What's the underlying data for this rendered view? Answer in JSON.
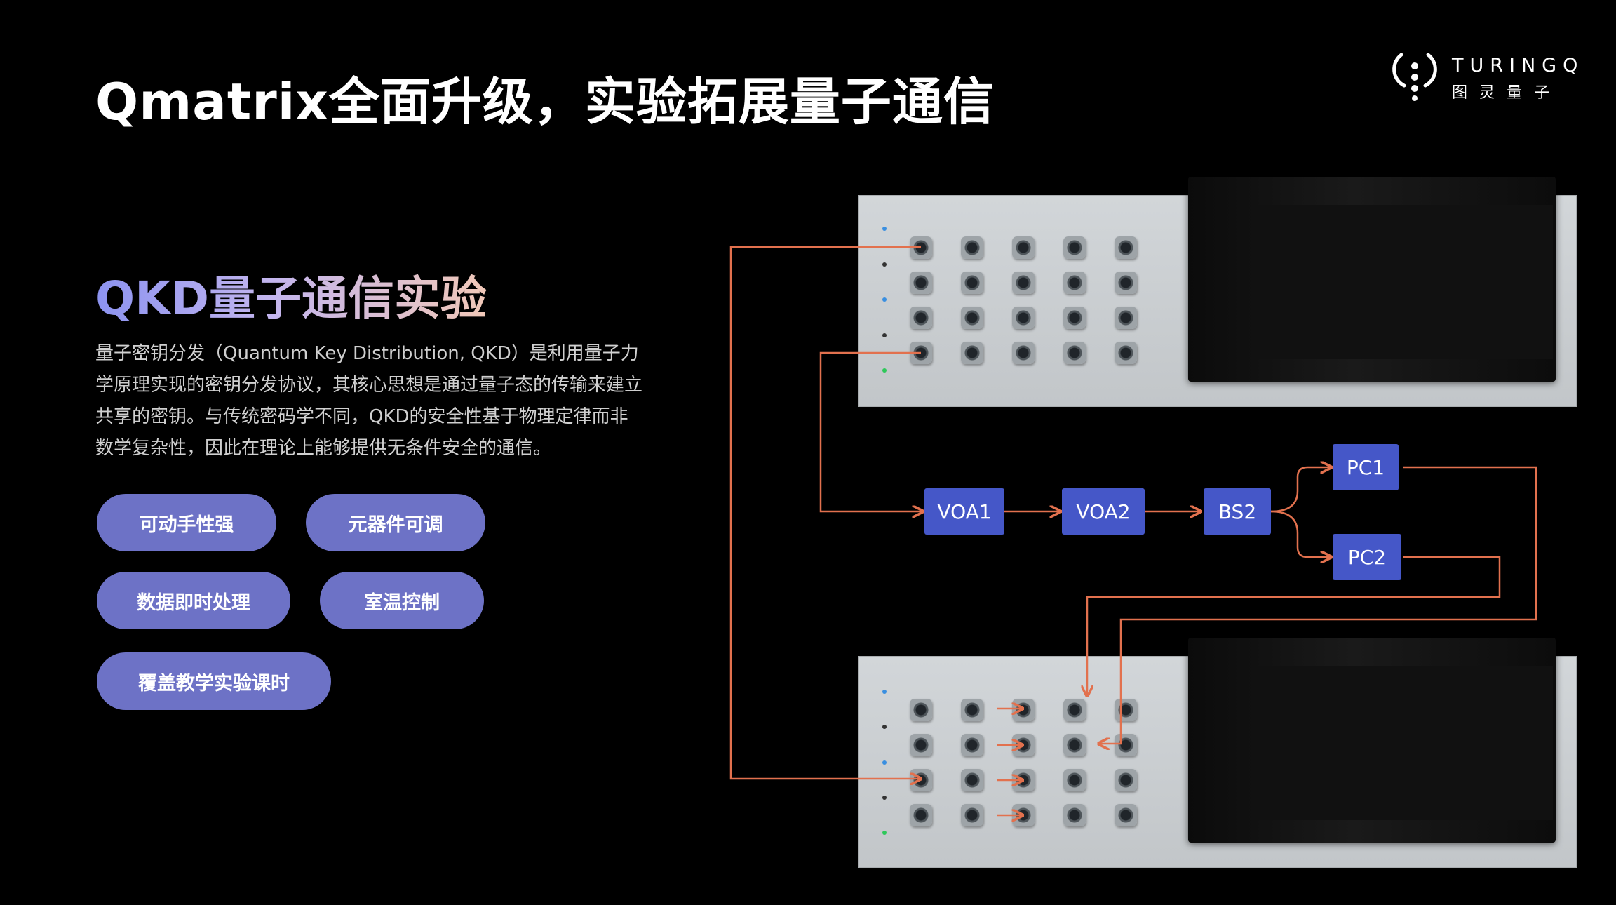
{
  "slide": {
    "title": "Qmatrix全面升级，实验拓展量子通信",
    "subtitle": "QKD量子通信实验",
    "description": "量子密钥分发（Quantum Key Distribution, QKD）是利用量子力学原理实现的密钥分发协议，其核心思想是通过量子态的传输来建立共享的密钥。与传统密码学不同，QKD的安全性基于物理定律而非数学复杂性，因此在理论上能够提供无条件安全的通信。"
  },
  "logo": {
    "wordmark": "TURINGQ",
    "chinese": "图灵量子",
    "icon": "turingq-logo-icon"
  },
  "features": [
    "可动手性强",
    "元器件可调",
    "数据即时处理",
    "室温控制",
    "覆盖教学实验课时"
  ],
  "diagram": {
    "components": [
      "VOA1",
      "VOA2",
      "BS2",
      "PC1",
      "PC2"
    ],
    "device_icon": "optical-switch-device",
    "knob_icon": "port-knob-icon",
    "line_color": "#e2714e",
    "box_color": "#4557c8"
  },
  "colors": {
    "background": "#000000",
    "pill": "#6d72c6",
    "device_panel": "#c8ccce",
    "led_blue": "#3a8fe0",
    "led_green": "#2ec85a"
  }
}
